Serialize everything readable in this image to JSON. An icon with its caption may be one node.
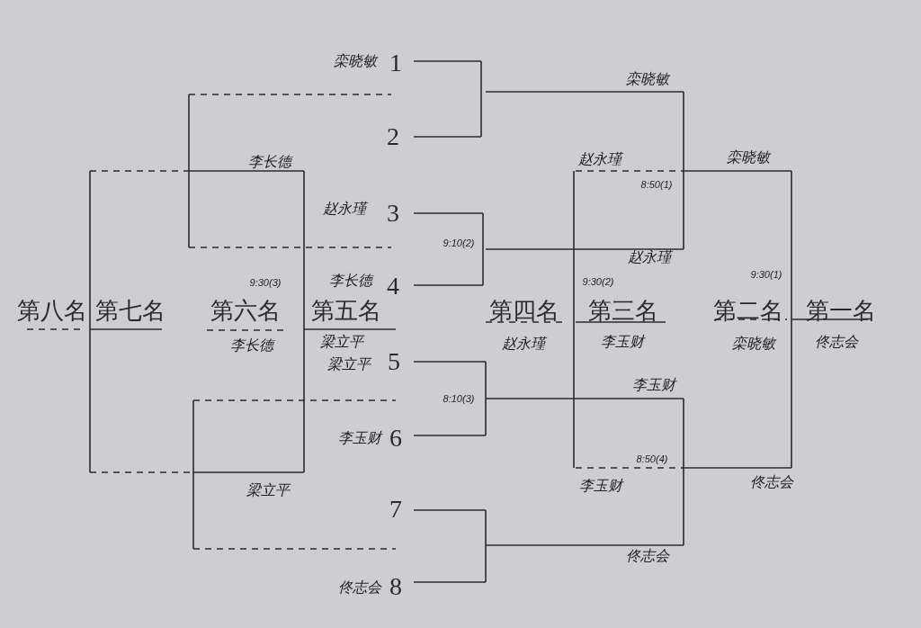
{
  "diagram": {
    "labels": [
      "栾晓敏",
      "1",
      "栾晓敏",
      "2",
      "李长德",
      "赵永瑾",
      "栾晓敏",
      "8:50(1)",
      "赵永瑾",
      "3",
      "9:10(2)",
      "赵永瑾",
      "9:30(3)",
      "李长德",
      "4",
      "9:30(2)",
      "9:30(1)",
      "第八名",
      "第七名",
      "第六名",
      "第五名",
      "第四名",
      "第三名",
      "第二名",
      "第一名",
      "李长德",
      "梁立平",
      "赵永瑾",
      "李玉财",
      "栾晓敏",
      "佟志会",
      "梁立平",
      "5",
      "8:10(3)",
      "李玉财",
      "李玉财",
      "6",
      "8:50(4)",
      "李玉财",
      "佟志会",
      "梁立平",
      "7",
      "佟志会",
      "佟志会",
      "8"
    ]
  }
}
